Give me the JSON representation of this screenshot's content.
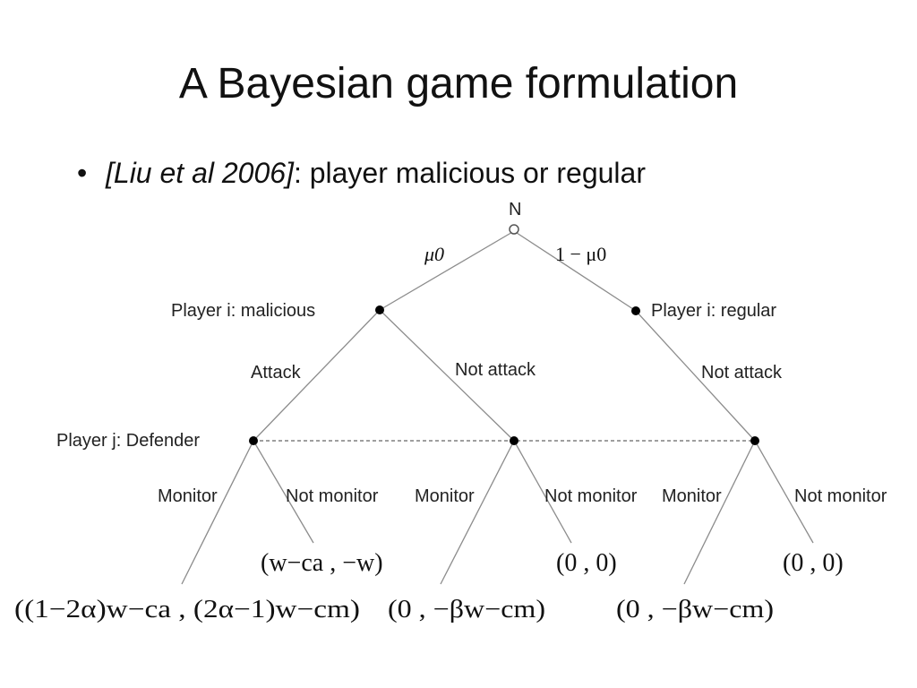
{
  "slide": {
    "title": "A Bayesian game formulation",
    "bullet": {
      "symbol": "•",
      "citation": "[Liu et al 2006]",
      "text": ": player malicious or regular"
    }
  },
  "tree": {
    "root_label": "N",
    "prob_left": "μ0",
    "prob_right": "1 − μ0",
    "type_malicious": "Player i: malicious",
    "type_regular": "Player i: regular",
    "action_attack": "Attack",
    "action_not_attack_left": "Not attack",
    "action_not_attack_right": "Not attack",
    "defender_label": "Player j: Defender",
    "monitor_1": "Monitor",
    "not_monitor_1": "Not monitor",
    "monitor_2": "Monitor",
    "not_monitor_2": "Not monitor",
    "monitor_3": "Monitor",
    "not_monitor_3": "Not monitor",
    "payoff_attack_monitor": "((1−2α)w−ca , (2α−1)w−cm)",
    "payoff_attack_not_monitor": "(w−ca , −w)",
    "payoff_mal_noattack_monitor": "(0 , −βw−cm)",
    "payoff_mal_noattack_not_monitor": "(0 , 0)",
    "payoff_reg_noattack_monitor": "(0 , −βw−cm)",
    "payoff_reg_noattack_not_monitor": "(0 , 0)"
  }
}
